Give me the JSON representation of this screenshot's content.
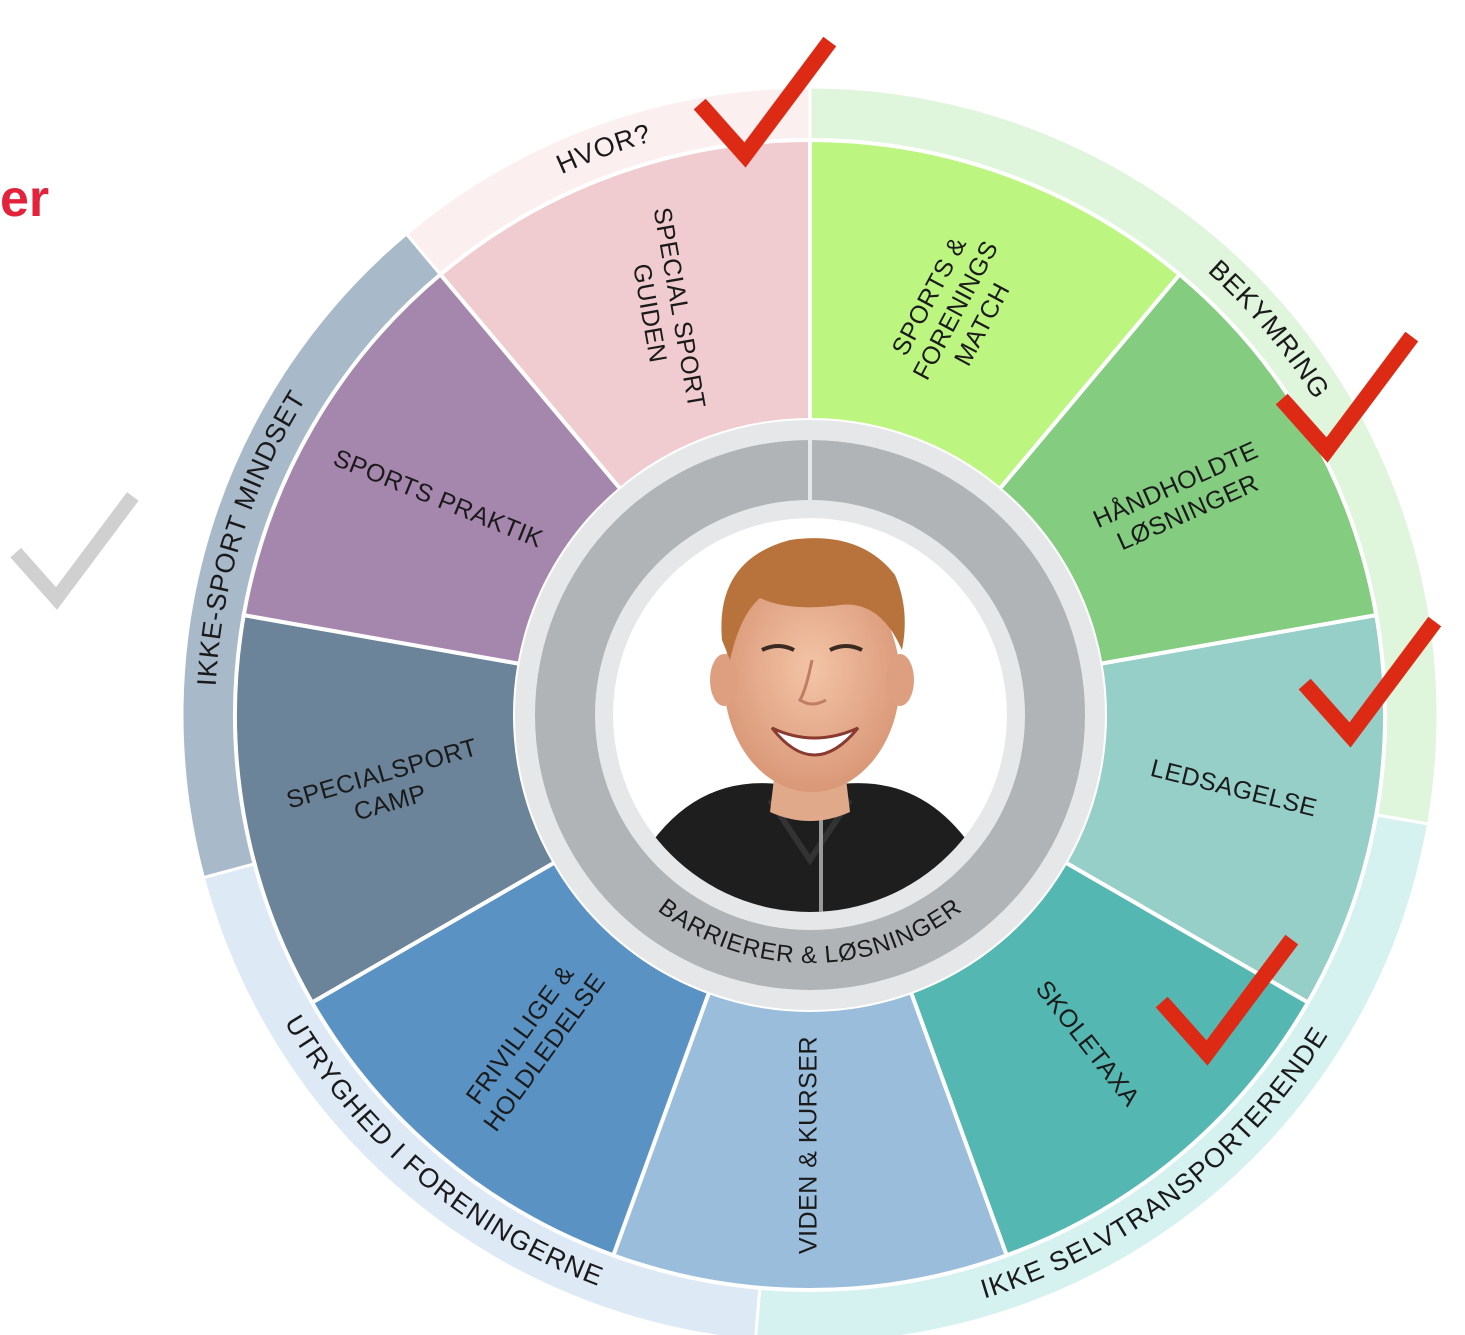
{
  "heading_fragment": "er",
  "center_label": "BARRIERER & LØSNINGER",
  "outer_rings": [
    {
      "label": "HVOR?",
      "color": "#fbeff0"
    },
    {
      "label": "BEKYMRING",
      "color": "#dff6dc"
    },
    {
      "label": "IKKE SELVTRANSPORTERENDE",
      "color": "#d5f2f1"
    },
    {
      "label": "UTRYGHED I FORENINGERNE",
      "color": "#dde9f5"
    },
    {
      "label": "IKKE-SPORT MINDSET",
      "color": "#a8b9c9"
    }
  ],
  "segments": [
    {
      "lines": [
        "SPECIAL SPORT",
        "GUIDEN"
      ],
      "color": "#f0cbcf",
      "checked": true
    },
    {
      "lines": [
        "SPORTS &",
        "FORENINGS",
        "MATCH"
      ],
      "color": "#bdf581",
      "checked": false
    },
    {
      "lines": [
        "HÅNDHOLDTE",
        "LØSNINGER"
      ],
      "color": "#84cc80",
      "checked": true
    },
    {
      "lines": [
        "LEDSAGELSE"
      ],
      "color": "#96cec8",
      "checked": true
    },
    {
      "lines": [
        "SKOLETAXA"
      ],
      "color": "#55b7b1",
      "checked": true
    },
    {
      "lines": [
        "VIDEN & KURSER"
      ],
      "color": "#9bbddc",
      "checked": false
    },
    {
      "lines": [
        "FRIVILLIGE &",
        "HOLDLEDELSE"
      ],
      "color": "#5a92c3",
      "checked": false
    },
    {
      "lines": [
        "SPECIALSPORT",
        "CAMP"
      ],
      "color": "#6b8499",
      "checked": false
    },
    {
      "lines": [
        "SPORTS PRAKTIK"
      ],
      "color": "#a587ad",
      "checked": false
    }
  ],
  "colors": {
    "check_red": "#dd2a14",
    "check_grey": "#d0d0d0",
    "inner_ring": "#b0b4b7",
    "accent": "#e2233b"
  },
  "icons": [
    "checkmark-icon",
    "person-photo"
  ]
}
